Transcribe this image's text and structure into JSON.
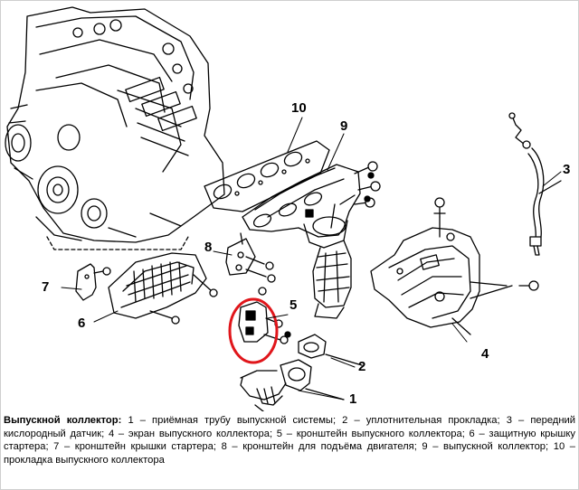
{
  "callouts": {
    "n1": "1",
    "n2": "2",
    "n3": "3",
    "n4": "4",
    "n5": "5",
    "n6": "6",
    "n7": "7",
    "n8": "8",
    "n9": "9",
    "n10": "10"
  },
  "caption": {
    "title": "Выпускной коллектор:",
    "text": "1 – приёмная трубу выпускной системы; 2 – уплотнительная прокладка; 3 – передний кислородный датчик; 4 – экран выпускного коллектора; 5 – кронштейн выпускного коллектора; 6 – защитную крышку стартера; 7 – кронштейн крышки стартера; 8 – кронштейн для подъёма двигателя; 9 – выпускной коллектор; 10 – прокладка выпускного коллектора"
  },
  "highlight_color": "#e0161b"
}
